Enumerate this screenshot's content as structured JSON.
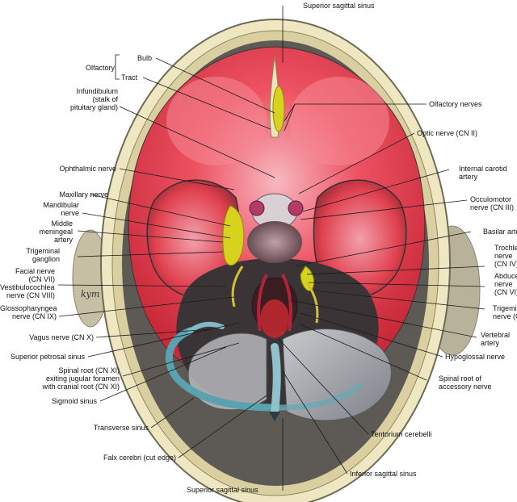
{
  "colors": {
    "skull_bone": "#d9cfa0",
    "dura_red": "#e8303f",
    "nerve_yellow": "#d6d21e",
    "sinus_blue": "#5aa2b0",
    "tentorium_grey": "#9ea0a6"
  },
  "labels": {
    "superior_sagittal_sinus_top": "Superior sagittal sinus",
    "olfactory": "Olfactory",
    "bulb": "Bulb",
    "tract": "Tract",
    "infundibulum": "Infundibulum\n(stalk of\npituitary gland)",
    "ophthalmic_nerve": "Ophthalmic nerve",
    "maxillary_nerve": "Maxillary nerve",
    "mandibular_nerve": "Mandibular\nnerve",
    "middle_meningeal_artery": "Middle\nmeningeal\nartery",
    "trigeminal_ganglion": "Trigeminal\nganglion",
    "facial_vestibulocochlear": "Facial nerve\n(CN VII)\nVestibulocochlear\nnerve (CN VIII)",
    "glossopharyngeal": "Glossopharyngeal\nnerve (CN IX)",
    "vagus_nerve": "Vagus nerve (CN X)",
    "superior_petrosal_sinus": "Superior petrosal sinus",
    "spinal_root_xi": "Spinal root (CN XI)\nexiting jugular foramen\nwith cranial root (CN XI)",
    "sigmoid_sinus": "Sigmoid sinus",
    "transverse_sinus": "Transverse sinus",
    "falx_cerebri": "Falx cerebri (cut edge)",
    "superior_sagittal_sinus_bottom": "Superior sagittal sinus",
    "olfactory_nerves": "Olfactory nerves",
    "optic_nerve": "Optic nerve (CN II)",
    "internal_carotid": "Internal carotid\nartery",
    "oculomotor": "Occulomotor\nnerve (CN III)",
    "basilar_artery": "Basilar artery",
    "trochlear": "Trochlear\nnerve\n(CN IV)",
    "abducens": "Abducens\nnerve\n(CN VI)",
    "trigeminal_nerve": "Trigeminal\nnerve (CN V)",
    "vertebral_artery": "Vertebral\nartery",
    "hypoglossal_nerve": "Hypoglossal nerve",
    "spinal_root_accessory": "Spinal root of\naccessory nerve",
    "tentorium_cerebelli": "Tentorium cerebelli",
    "inferior_sagittal_sinus": "Inferior sagittal sinus",
    "signature": "kym"
  }
}
